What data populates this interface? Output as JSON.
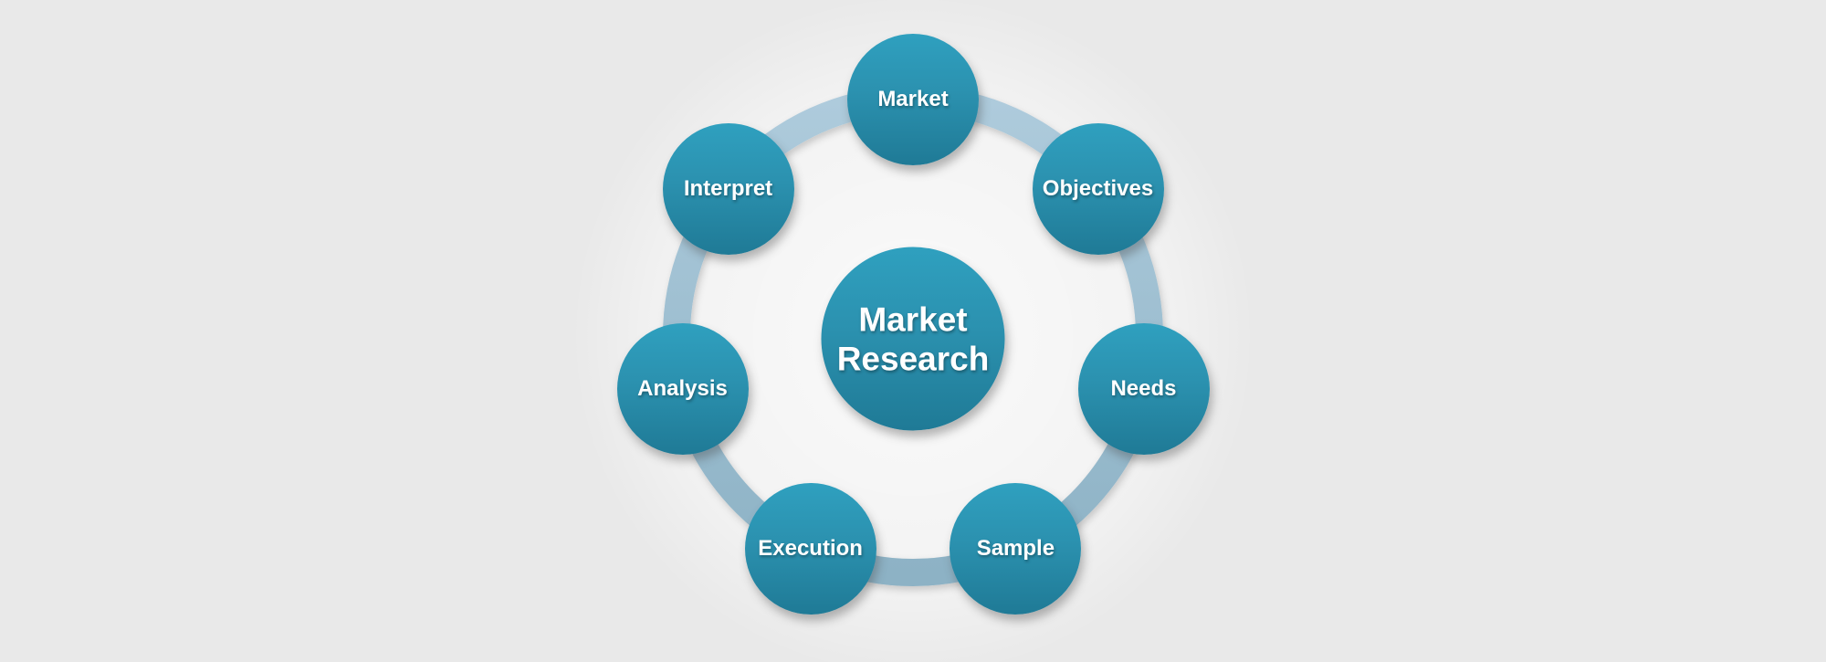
{
  "diagram": {
    "center": {
      "lines": [
        "Market",
        "Research"
      ]
    },
    "nodes": [
      {
        "label": "Market"
      },
      {
        "label": "Objectives"
      },
      {
        "label": "Needs"
      },
      {
        "label": "Sample"
      },
      {
        "label": "Execution"
      },
      {
        "label": "Analysis"
      },
      {
        "label": "Interpret"
      }
    ],
    "colors": {
      "background": "#e9e9e9",
      "glow": "#ffffff",
      "node_top": "#2fa0bf",
      "node_mid": "#2b91af",
      "node_bottom": "#1f7a96",
      "ring_top": "#aecbdc",
      "ring_bottom": "#8db2c5",
      "label_text": "#ffffff"
    }
  }
}
